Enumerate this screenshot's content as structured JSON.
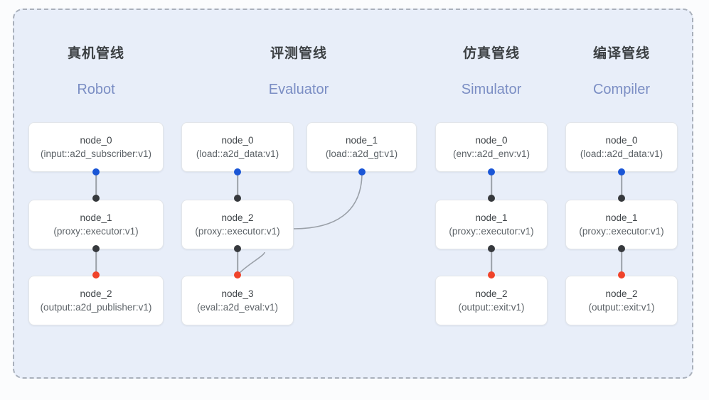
{
  "diagram": {
    "title_zh_columns": [
      "真机管线",
      "评测管线",
      "仿真管线",
      "编译管线"
    ],
    "accent_blue": "#1a56d6",
    "accent_red": "#f0432a",
    "accent_black": "#36393d",
    "panel_bg": "#e8eef9",
    "panel_border": "#a9b0bb",
    "subtitle_color": "#7b8ec4"
  },
  "columns": [
    {
      "title": "真机管线",
      "subtitle": "Robot",
      "nodes": [
        {
          "name": "node_0",
          "spec": "(input::a2d_subscriber:v1)"
        },
        {
          "name": "node_1",
          "spec": "(proxy::executor:v1)"
        },
        {
          "name": "node_2",
          "spec": "(output::a2d_publisher:v1)"
        }
      ]
    },
    {
      "title": "评测管线",
      "subtitle": "Evaluator",
      "nodes": [
        {
          "name": "node_0",
          "spec": "(load::a2d_data:v1)"
        },
        {
          "name": "node_1",
          "spec": "(load::a2d_gt:v1)"
        },
        {
          "name": "node_2",
          "spec": "(proxy::executor:v1)"
        },
        {
          "name": "node_3",
          "spec": "(eval::a2d_eval:v1)"
        }
      ]
    },
    {
      "title": "仿真管线",
      "subtitle": "Simulator",
      "nodes": [
        {
          "name": "node_0",
          "spec": "(env::a2d_env:v1)"
        },
        {
          "name": "node_1",
          "spec": "(proxy::executor:v1)"
        },
        {
          "name": "node_2",
          "spec": "(output::exit:v1)"
        }
      ]
    },
    {
      "title": "编译管线",
      "subtitle": "Compiler",
      "nodes": [
        {
          "name": "node_0",
          "spec": "(load::a2d_data:v1)"
        },
        {
          "name": "node_1",
          "spec": "(proxy::executor:v1)"
        },
        {
          "name": "node_2",
          "spec": "(output::exit:v1)"
        }
      ]
    }
  ]
}
